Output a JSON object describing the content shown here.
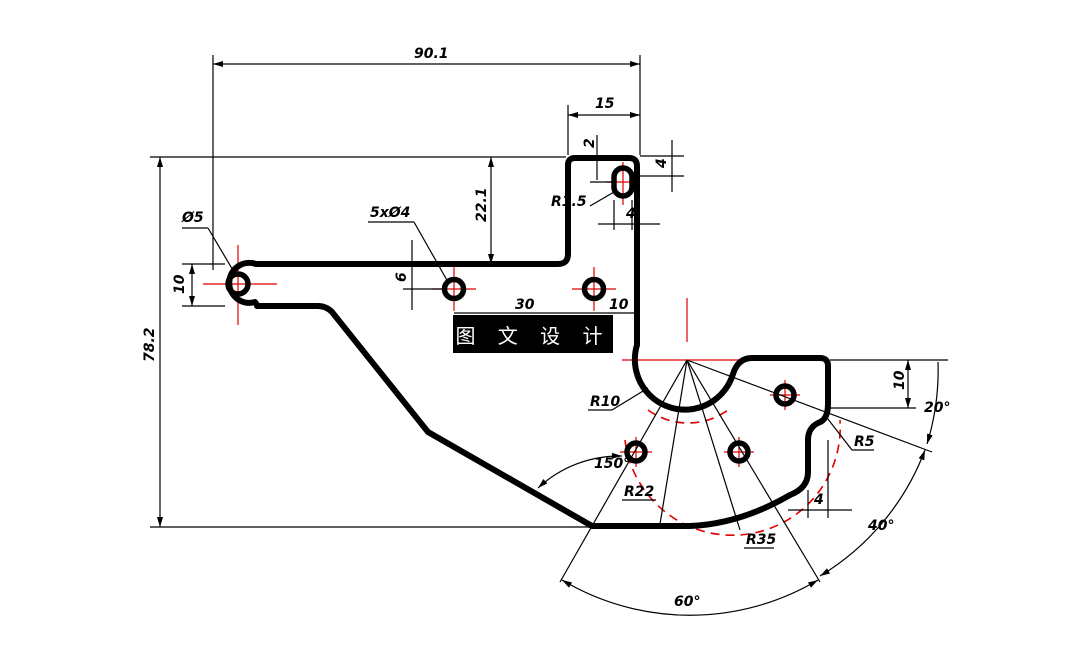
{
  "banner": {
    "text": "图 文 设 计"
  },
  "dimensions": {
    "overall_width": "90.1",
    "top_width": "15",
    "top_gap": "2",
    "top_right": "4",
    "slot_radius": "R1.5",
    "slot_width": "4",
    "left_hole_dia": "Ø5",
    "holes_spec": "5xØ4",
    "depth_22": "22.1",
    "arm_height": "10",
    "hole_offset": "6",
    "hole_spacing": "30",
    "right_gap": "10",
    "overall_height": "78.2",
    "fillet_r10": "R10",
    "right_height": "10",
    "angle_20": "20°",
    "fillet_r5": "R5",
    "angle_150": "150°",
    "radius_r22": "R22",
    "notch_width": "4",
    "angle_40": "40°",
    "radius_r35": "R35",
    "angle_60": "60°"
  }
}
